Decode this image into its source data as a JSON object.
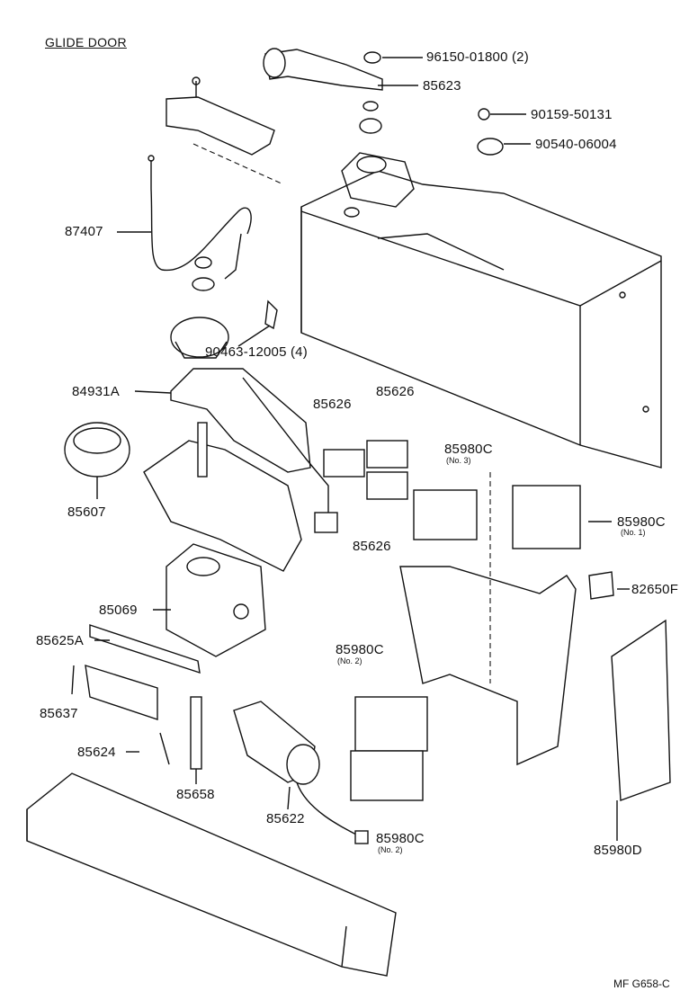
{
  "title": "GLIDE DOOR",
  "figure_code": "MF G658-C",
  "parts": [
    {
      "id": "p96150",
      "number": "96150-01800 (2)"
    },
    {
      "id": "p85623",
      "number": "85623"
    },
    {
      "id": "p90159",
      "number": "90159-50131"
    },
    {
      "id": "p90540",
      "number": "90540-06004"
    },
    {
      "id": "p87407",
      "number": "87407"
    },
    {
      "id": "p90463",
      "number": "90463-12005 (4)"
    },
    {
      "id": "p84931A",
      "number": "84931A"
    },
    {
      "id": "p85626a",
      "number": "85626"
    },
    {
      "id": "p85626b",
      "number": "85626"
    },
    {
      "id": "p85626c",
      "number": "85626"
    },
    {
      "id": "p85980C_no3",
      "number": "85980C",
      "note": "(No. 3)"
    },
    {
      "id": "p85980C_no1",
      "number": "85980C",
      "note": "(No. 1)"
    },
    {
      "id": "p85607",
      "number": "85607"
    },
    {
      "id": "p82650F",
      "number": "82650F"
    },
    {
      "id": "p85069",
      "number": "85069"
    },
    {
      "id": "p85625A",
      "number": "85625A"
    },
    {
      "id": "p85980C_no2a",
      "number": "85980C",
      "note": "(No. 2)"
    },
    {
      "id": "p85637",
      "number": "85637"
    },
    {
      "id": "p85624",
      "number": "85624"
    },
    {
      "id": "p85658",
      "number": "85658"
    },
    {
      "id": "p85622",
      "number": "85622"
    },
    {
      "id": "p85980C_no2b",
      "number": "85980C",
      "note": "(No. 2)"
    },
    {
      "id": "p85980D",
      "number": "85980D"
    }
  ]
}
